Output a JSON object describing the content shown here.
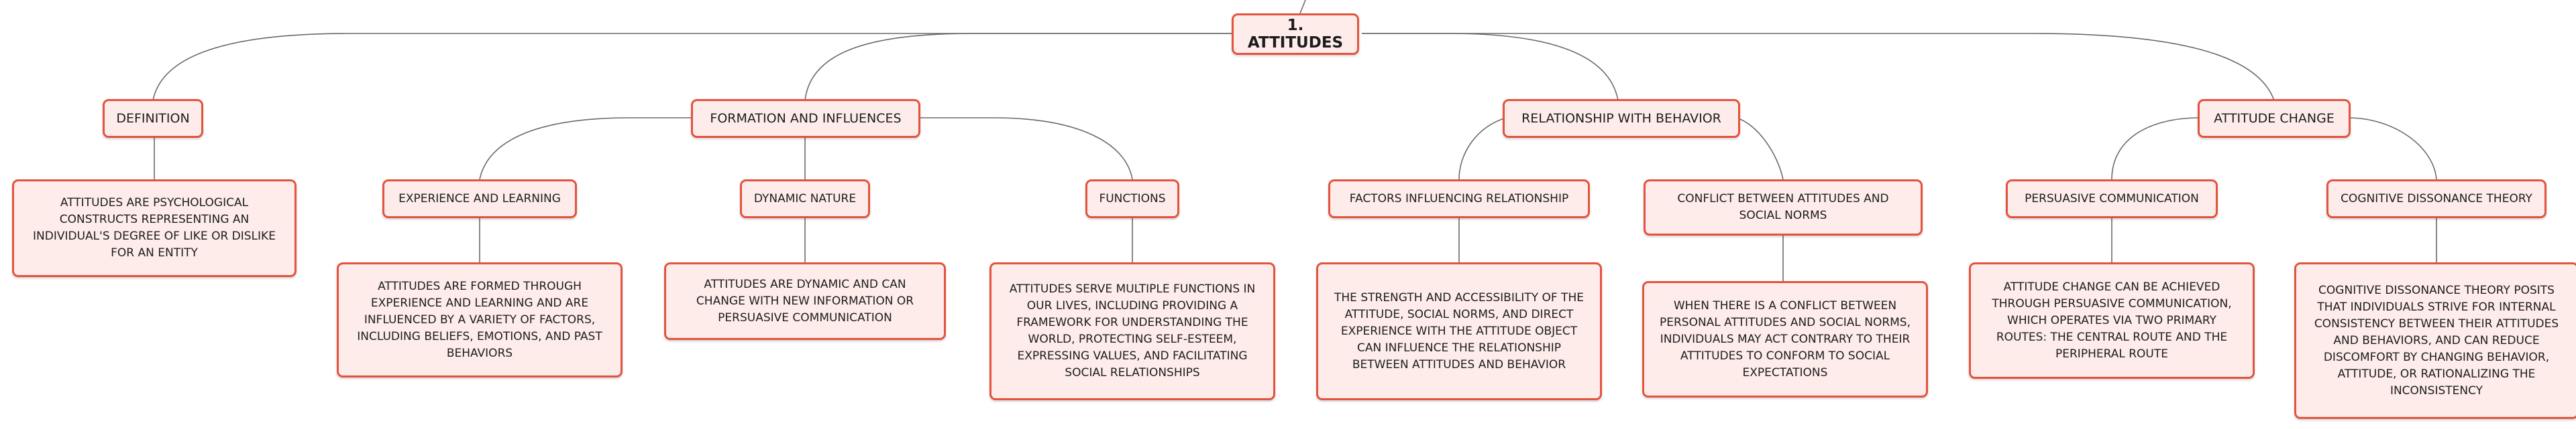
{
  "mindmap": {
    "root": "1. ATTITUDES",
    "definition": {
      "label": "DEFINITION",
      "text": "ATTITUDES ARE PSYCHOLOGICAL CONSTRUCTS REPRESENTING AN INDIVIDUAL'S DEGREE OF LIKE OR DISLIKE FOR AN ENTITY"
    },
    "formation": {
      "label": "FORMATION AND INFLUENCES",
      "experience": {
        "label": "EXPERIENCE AND LEARNING",
        "text": "ATTITUDES ARE FORMED THROUGH EXPERIENCE AND LEARNING AND ARE INFLUENCED BY A VARIETY OF FACTORS, INCLUDING BELIEFS, EMOTIONS, AND PAST BEHAVIORS"
      },
      "dynamic": {
        "label": "DYNAMIC NATURE",
        "text": "ATTITUDES ARE DYNAMIC AND CAN CHANGE WITH NEW INFORMATION OR PERSUASIVE COMMUNICATION"
      },
      "functions": {
        "label": "FUNCTIONS",
        "text": "ATTITUDES SERVE MULTIPLE FUNCTIONS IN OUR LIVES, INCLUDING PROVIDING A FRAMEWORK FOR UNDERSTANDING THE WORLD, PROTECTING SELF-ESTEEM, EXPRESSING VALUES, AND FACILITATING SOCIAL RELATIONSHIPS"
      }
    },
    "relationship": {
      "label": "RELATIONSHIP WITH BEHAVIOR",
      "factors": {
        "label": "FACTORS INFLUENCING RELATIONSHIP",
        "text": "THE STRENGTH AND ACCESSIBILITY OF THE ATTITUDE, SOCIAL NORMS, AND DIRECT EXPERIENCE WITH THE ATTITUDE OBJECT CAN INFLUENCE THE RELATIONSHIP BETWEEN ATTITUDES AND BEHAVIOR"
      },
      "conflict": {
        "label": "CONFLICT BETWEEN ATTITUDES AND SOCIAL NORMS",
        "text": "WHEN THERE IS A CONFLICT BETWEEN PERSONAL ATTITUDES AND SOCIAL NORMS, INDIVIDUALS MAY ACT CONTRARY TO THEIR ATTITUDES TO CONFORM TO SOCIAL EXPECTATIONS"
      }
    },
    "change": {
      "label": "ATTITUDE CHANGE",
      "persuasive": {
        "label": "PERSUASIVE COMMUNICATION",
        "text": "ATTITUDE CHANGE CAN BE ACHIEVED THROUGH PERSUASIVE COMMUNICATION, WHICH OPERATES VIA TWO PRIMARY ROUTES: THE CENTRAL ROUTE AND THE PERIPHERAL ROUTE"
      },
      "dissonance": {
        "label": "COGNITIVE DISSONANCE THEORY",
        "text": "COGNITIVE DISSONANCE THEORY POSITS THAT INDIVIDUALS STRIVE FOR INTERNAL CONSISTENCY BETWEEN THEIR ATTITUDES AND BEHAVIORS, AND CAN REDUCE DISCOMFORT BY CHANGING BEHAVIOR, ATTITUDE, OR RATIONALIZING THE INCONSISTENCY"
      }
    },
    "colors": {
      "node_fill": "#fdecea",
      "node_border": "#e4533e",
      "connector": "#6b6b6b",
      "text": "#1d1d1d"
    }
  }
}
